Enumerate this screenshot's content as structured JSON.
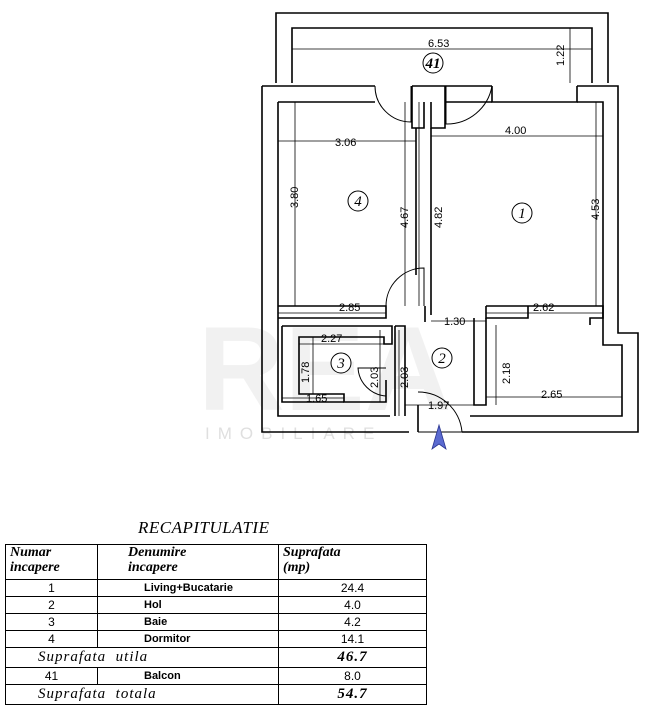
{
  "plan": {
    "watermark": {
      "letters": "REA",
      "subtitle": "IMOBILIARE"
    },
    "room_numbers": [
      "41",
      "4",
      "1",
      "3",
      "2"
    ],
    "dimensions": {
      "d653": "6.53",
      "d122": "1.22",
      "d306": "3.06",
      "d400": "4.00",
      "d380": "3.80",
      "d467": "4.67",
      "d482": "4.82",
      "d453": "4.53",
      "d285": "2.85",
      "d130": "1.30",
      "d262": "2.62",
      "d227": "2.27",
      "d178": "1.78",
      "d203a": "2.03",
      "d203b": "2.03",
      "d218": "2.18",
      "d165": "1.65",
      "d197": "1.97",
      "d265": "2.65"
    },
    "colors": {
      "walls": "#000000",
      "entrance_arrow": "#5a6ad0"
    }
  },
  "recap": {
    "title": "RECAPITULATIE",
    "headers": {
      "c1a": "Numar",
      "c1b": "incapere",
      "c2a": "Denumire",
      "c2b": "incapere",
      "c3a": "Suprafata",
      "c3b": "(mp)"
    },
    "rows": [
      {
        "no": "1",
        "name": "Living+Bucatarie",
        "area": "24.4"
      },
      {
        "no": "2",
        "name": "Hol",
        "area": "4.0"
      },
      {
        "no": "3",
        "name": "Baie",
        "area": "4.2"
      },
      {
        "no": "4",
        "name": "Dormitor",
        "area": "14.1"
      }
    ],
    "util": {
      "label": "Suprafata  utila",
      "value": "46.7"
    },
    "balcony": {
      "no": "41",
      "name": "Balcon",
      "area": "8.0"
    },
    "total": {
      "label": "Suprafata  totala",
      "value": "54.7"
    }
  }
}
